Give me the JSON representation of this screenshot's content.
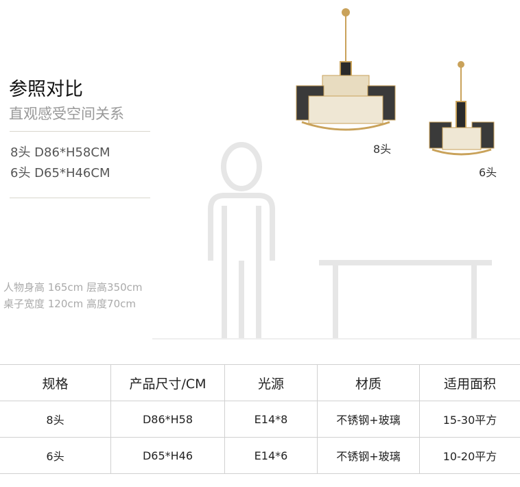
{
  "heading": {
    "title": "参照对比",
    "subtitle": "直观感受空间关系"
  },
  "specs": [
    "8头   D86*H58CM",
    "6头   D65*H46CM"
  ],
  "notes": [
    "人物身高 165cm   层高350cm",
    "桌子宽度 120cm   高度70cm"
  ],
  "chandelier_labels": {
    "large": "8头",
    "small": "6头"
  },
  "colors": {
    "gold": "#c9a25a",
    "black": "#2a2a2a",
    "silhouette": "#e6e6e6"
  },
  "table": {
    "headers": [
      "规格",
      "产品尺寸/CM",
      "光源",
      "材质",
      "适用面积"
    ],
    "rows": [
      [
        "8头",
        "D86*H58",
        "E14*8",
        "不锈钢+玻璃",
        "15-30平方"
      ],
      [
        "6头",
        "D65*H46",
        "E14*6",
        "不锈钢+玻璃",
        "10-20平方"
      ]
    ]
  }
}
